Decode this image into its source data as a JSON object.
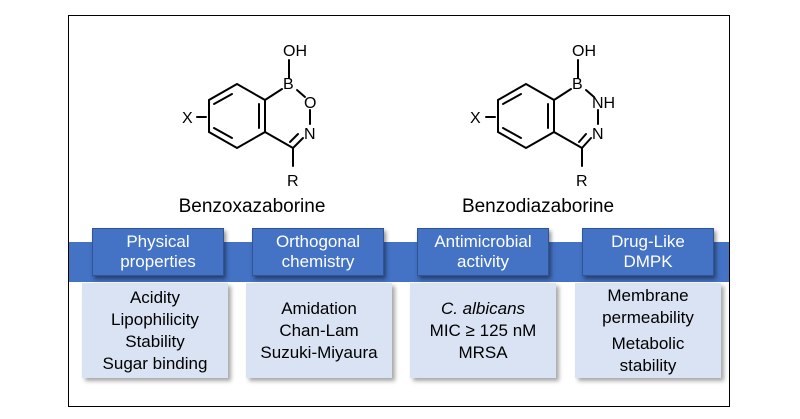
{
  "structures": [
    {
      "name": "Benzoxazaborine",
      "atoms": {
        "top": "OH",
        "boron": "B",
        "ring_o": "O",
        "ring_n": "N",
        "substituent_x": "X",
        "substituent_r": "R"
      }
    },
    {
      "name": "Benzodiazaborine",
      "atoms": {
        "top": "OH",
        "boron": "B",
        "ring_nh": "NH",
        "ring_n": "N",
        "substituent_x": "X",
        "substituent_r": "R"
      }
    }
  ],
  "categories": [
    {
      "title_lines": [
        "Physical",
        "properties"
      ],
      "items": [
        "Acidity",
        "Lipophilicity",
        "Stability",
        "Sugar binding"
      ]
    },
    {
      "title_lines": [
        "Orthogonal",
        "chemistry"
      ],
      "items": [
        "Amidation",
        "Chan-Lam",
        "Suzuki-Miyaura"
      ]
    },
    {
      "title_lines": [
        "Antimicrobial",
        "activity"
      ],
      "items": [
        "C. albicans",
        "MIC ≥ 125 nM",
        "MRSA"
      ]
    },
    {
      "title_lines": [
        "Drug-Like",
        "DMPK"
      ],
      "items": [
        "Membrane",
        "permeability",
        "Metabolic",
        "stability"
      ]
    }
  ],
  "colors": {
    "banner": "#4472c4",
    "panel": "#dae3f3",
    "text_on_banner": "#ffffff"
  }
}
